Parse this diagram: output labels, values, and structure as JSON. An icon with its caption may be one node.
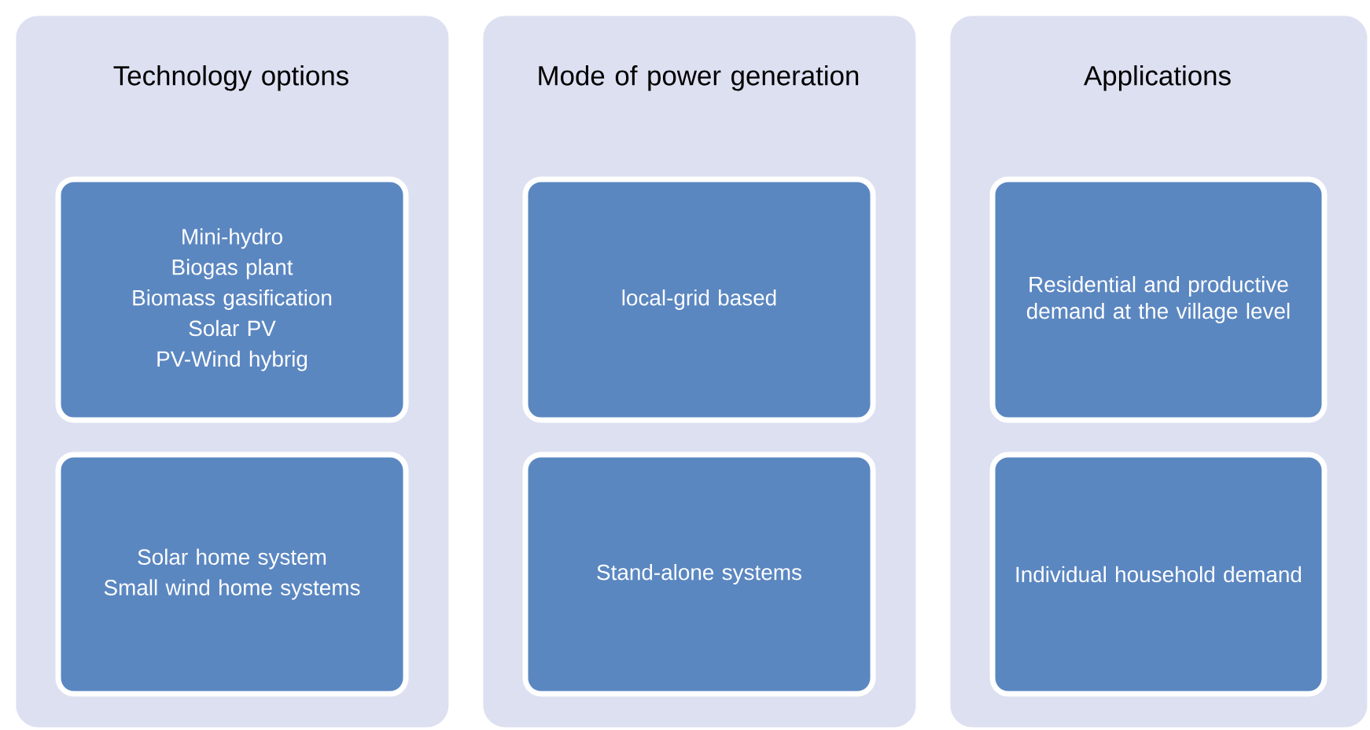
{
  "diagram": {
    "nodes": [
      {
        "text": [
          "Technology options"
        ]
      },
      {
        "text": [
          "Mini-hydro",
          "Biogas plant",
          "Biomass gasification",
          "Solar PV",
          "PV-Wind hybrig"
        ],
        "in": 0
      },
      {
        "text": [
          "Solar home system",
          "Small wind home systems"
        ],
        "in": 0
      },
      {
        "text": [
          "Mode of power generation"
        ]
      },
      {
        "text": [
          "local-grid based"
        ],
        "in": 3
      },
      {
        "text": [
          "Stand-alone systems"
        ],
        "in": 3
      },
      {
        "text": [
          "Applications"
        ]
      },
      {
        "text": [
          "Residential and productive demand at the village level"
        ],
        "in": 6
      },
      {
        "text": [
          "Individual household demand"
        ],
        "in": 6
      }
    ]
  }
}
